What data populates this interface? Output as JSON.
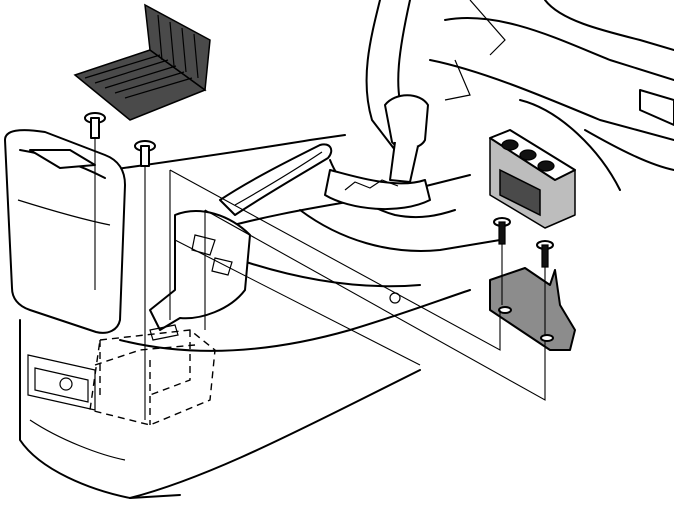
{
  "figure": {
    "kind": "exploded-assembly-illustration",
    "parts": [
      {
        "id": "armrest-lid",
        "icon": "armrest-lid-icon"
      },
      {
        "id": "storage-tray",
        "icon": "ribbed-tray-icon"
      },
      {
        "id": "rear-screw-left",
        "icon": "screw-icon"
      },
      {
        "id": "rear-screw-right",
        "icon": "screw-icon"
      },
      {
        "id": "cupholder-insert",
        "icon": "cupholder-icon"
      },
      {
        "id": "front-screw-left",
        "icon": "screw-icon"
      },
      {
        "id": "front-screw-right",
        "icon": "screw-icon"
      },
      {
        "id": "mounting-bracket",
        "icon": "bracket-icon"
      },
      {
        "id": "center-console",
        "icon": "center-console-icon"
      },
      {
        "id": "gear-selector",
        "icon": "gear-selector-icon"
      },
      {
        "id": "parking-brake-lever",
        "icon": "parking-brake-icon"
      }
    ],
    "colors": {
      "line": "#000000",
      "background": "#ffffff",
      "highlight_part": "#8c8c8c",
      "tray_fill": "#4a4a4a",
      "cupholder_fill": "#bdbdbd"
    }
  }
}
